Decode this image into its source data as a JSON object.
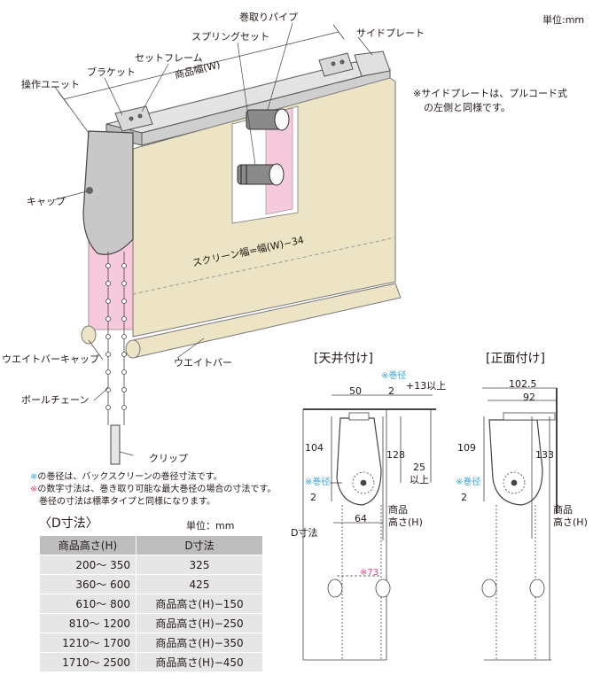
{
  "unit_label": "単位:mm",
  "main_labels": {
    "roller_pipe": "巻取りパイプ",
    "spring_set": "スプリングセット",
    "side_plate": "サイドプレート",
    "set_frame": "セットフレーム",
    "bracket": "ブラケット",
    "product_width": "商品幅(W)",
    "operation_unit": "操作ユニット",
    "cap": "キャップ",
    "screen_width": "スクリーン幅=幅(W)−34",
    "weight_bar_cap": "ウエイトバーキャップ",
    "weight_bar": "ウエイトバー",
    "ball_chain": "ボールチェーン",
    "clip": "クリップ"
  },
  "side_plate_note": [
    "※サイドプレートは、プルコード式",
    "の左側と同様です。"
  ],
  "notes": {
    "line1_mark": "※",
    "line1_text": "の巻径は、バックスクリーンの巻径寸法です。",
    "line2_mark": "※",
    "line2_text": "の数字寸法は、巻き取り可能な最大巻径の場合の寸法です。",
    "line3_text": "巻径の寸法は標準タイプと同様になります。"
  },
  "d_table": {
    "title": "〈D寸法〉",
    "unit": "単位：mm",
    "headers": [
      "商品高さ(H)",
      "D寸法"
    ],
    "rows": [
      [
        "200〜  350",
        "325"
      ],
      [
        "360〜  600",
        "425"
      ],
      [
        "610〜  800",
        "商品高さ(H)−150"
      ],
      [
        "810〜 1200",
        "商品高さ(H)−250"
      ],
      [
        "1210〜 1700",
        "商品高さ(H)−350"
      ],
      [
        "1710〜 2500",
        "商品高さ(H)−450"
      ]
    ]
  },
  "ceiling": {
    "title": "[天井付け]",
    "roll_dia_mark": "※巻径",
    "top_offset": "+13以上",
    "dim_50": "50",
    "dim_2_top": "2",
    "dim_104": "104",
    "dim_128": "128",
    "dim_25": "25",
    "dim_25_suffix": "以上",
    "side_mark": "※巻径",
    "dim_2_side": "2",
    "dim_64": "64",
    "product_height": [
      "商品",
      "高さ(H)"
    ],
    "d_dim": "D寸法",
    "dim_73": "※73"
  },
  "front": {
    "title": "[正面付け]",
    "dim_102_5": "102.5",
    "dim_92": "92",
    "dim_109": "109",
    "dim_133": "133",
    "side_mark": "※巻径",
    "dim_2_side": "2",
    "product_height": [
      "商品",
      "高さ(H)"
    ]
  },
  "colors": {
    "screen": "#ede3c5",
    "back_screen": "#f7c9dd",
    "metal": "#c8c8c8",
    "cyan_mark": "#3aa6d8",
    "pink_mark": "#e0458b"
  }
}
